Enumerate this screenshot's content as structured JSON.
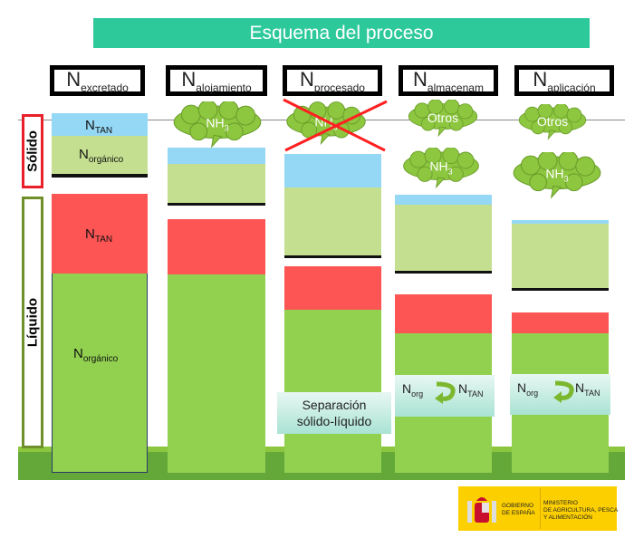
{
  "title": "Esquema del proceso",
  "stages": [
    {
      "base": "N",
      "sub": "excretado"
    },
    {
      "base": "N",
      "sub": "alojamiento"
    },
    {
      "base": "N",
      "sub": "procesado"
    },
    {
      "base": "N",
      "sub": "almacenam"
    },
    {
      "base": "N",
      "sub": "aplicación"
    }
  ],
  "phases": {
    "solid": "Sólido",
    "liquid": "Líquido"
  },
  "col1": {
    "ntan_base": "N",
    "ntan_sub": "TAN",
    "norg_base": "N",
    "norg_sub": "orgánico",
    "ntan2_base": "N",
    "ntan2_sub": "TAN",
    "norg2_base": "N",
    "norg2_sub": "orgánico"
  },
  "clouds": {
    "nh3_base": "NH",
    "nh3_sub": "3",
    "otros": "Otros"
  },
  "separation": {
    "line1": "Separación",
    "line2": "sólido-líquido"
  },
  "conversion": {
    "from_base": "N",
    "from_sub": "org",
    "to_base": "N",
    "to_sub": "TAN"
  },
  "logo": {
    "gov": [
      "GOBIERNO",
      "DE ESPAÑA"
    ],
    "ministry": [
      "MINISTERIO",
      "DE AGRICULTURA, PESCA",
      "Y ALIMENTACIÓN"
    ]
  },
  "colors": {
    "header": "#2ec99b",
    "ntan": "#95d8f5",
    "norg_solid": "#c4df8f",
    "ntan_liquid": "#fd5454",
    "norg_liquid": "#92d050",
    "solid_frame": "#e8202a",
    "liquid_frame": "#6f8f2a",
    "cross": "#ff2020"
  }
}
